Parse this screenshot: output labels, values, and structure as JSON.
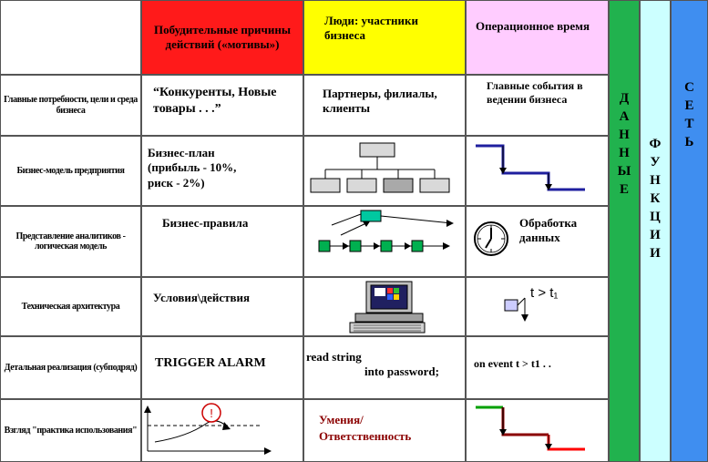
{
  "columns": {
    "motivation": "Побудительные причины действий («мотивы»)",
    "people": "Люди: участники бизнеса",
    "time": "Операционное время"
  },
  "side_columns": [
    {
      "letters": [
        "Д",
        "А",
        "Н",
        "Н",
        "Ы",
        "Е"
      ],
      "color": "#21b24e"
    },
    {
      "letters": [
        "Ф",
        "У",
        "Н",
        "К",
        "Ц",
        "И",
        "И"
      ],
      "color": "#ccffff"
    },
    {
      "letters": [
        "С",
        "Е",
        "Т",
        "Ь"
      ],
      "color": "#3f8ef0"
    }
  ],
  "rows": [
    {
      "label": "Главные потребности, цели и среда бизнеса",
      "motivation": "“Конкуренты, Новые товары . . .”",
      "people": "Партнеры, филиалы, клиенты",
      "time": "Главные события в ведении бизнеса"
    },
    {
      "label": "Бизнес-модель предприятия",
      "motivation": "Бизнес-план (прибыль - 10%, риск - 2%)",
      "people": "",
      "time": ""
    },
    {
      "label": "Представление аналитиков - логическая модель",
      "motivation": "Бизнес-правила",
      "people": "",
      "time": "Обработка данных"
    },
    {
      "label": "Техническая архитектура",
      "motivation": "Условия\\действия",
      "people": "",
      "time": "t > t₁"
    },
    {
      "label": "Детальная реализация (субподряд)",
      "motivation": "TRIGGER ALARM",
      "people_line1": "read string",
      "people_line2": "into password;",
      "time": "on event t > t1 . ."
    },
    {
      "label": "Взгляд \"практика использования\"",
      "motivation": "",
      "people_line1": "Умения/",
      "people_line2": "Ответственность",
      "time": ""
    }
  ],
  "colors": {
    "motivation_header": "#ff1a1a",
    "people_header": "#ffff00",
    "time_header": "#ffccff",
    "people_skills_text": "#8b0000",
    "node_teal": "#00c8a0",
    "node_green": "#00b050",
    "line_navy": "#1f1f9f"
  }
}
